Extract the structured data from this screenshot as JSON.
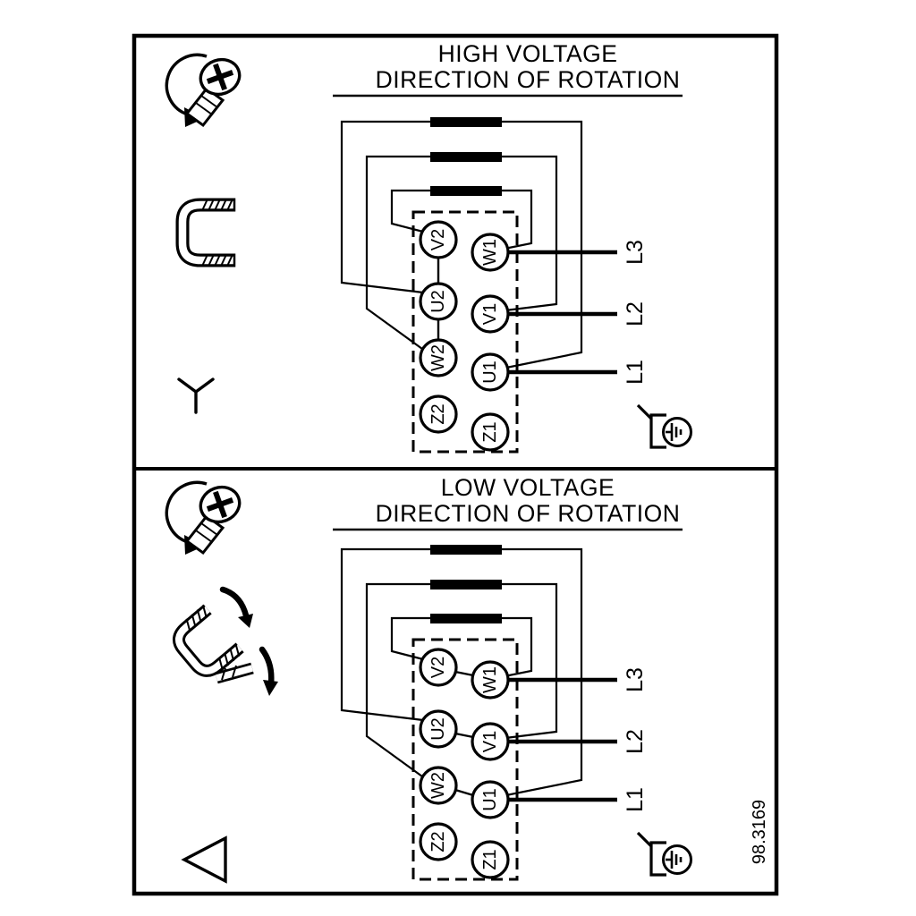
{
  "figure_number": "98.3169",
  "icons": {
    "screw_rotation": "screw-with-counterclockwise-rotation-arrow",
    "jumper_link": "terminal-jumper-link",
    "star": "star-connection-symbol",
    "delta": "delta-connection-symbol",
    "ground": "earth-ground-clamp"
  },
  "panels": [
    {
      "title_line1": "HIGH VOLTAGE",
      "title_line2": "DIRECTION OF ROTATION",
      "connection": "star",
      "terminals_left": [
        "V2",
        "U2",
        "W2",
        "Z2"
      ],
      "terminals_right": [
        "W1",
        "V1",
        "U1",
        "Z1"
      ],
      "supply_lines": [
        "L3",
        "L2",
        "L1"
      ]
    },
    {
      "title_line1": "LOW VOLTAGE",
      "title_line2": "DIRECTION OF ROTATION",
      "connection": "delta",
      "terminals_left": [
        "V2",
        "U2",
        "W2",
        "Z2"
      ],
      "terminals_right": [
        "W1",
        "V1",
        "U1",
        "Z1"
      ],
      "supply_lines": [
        "L3",
        "L2",
        "L1"
      ]
    }
  ]
}
